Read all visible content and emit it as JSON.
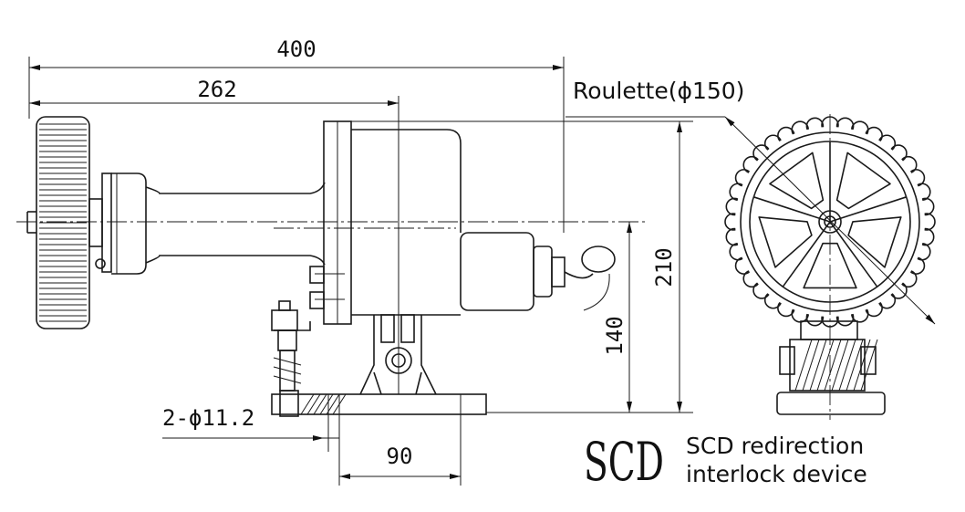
{
  "dimensions": {
    "overall_length": "400",
    "axis_length": "262",
    "height_total": "210",
    "height_axis": "140",
    "base_width": "90",
    "holes": "2-ϕ11.2"
  },
  "wheel_label": "Roulette(ϕ150)",
  "model": "SCD",
  "caption_line1": "SCD redirection",
  "caption_line2": "interlock device"
}
